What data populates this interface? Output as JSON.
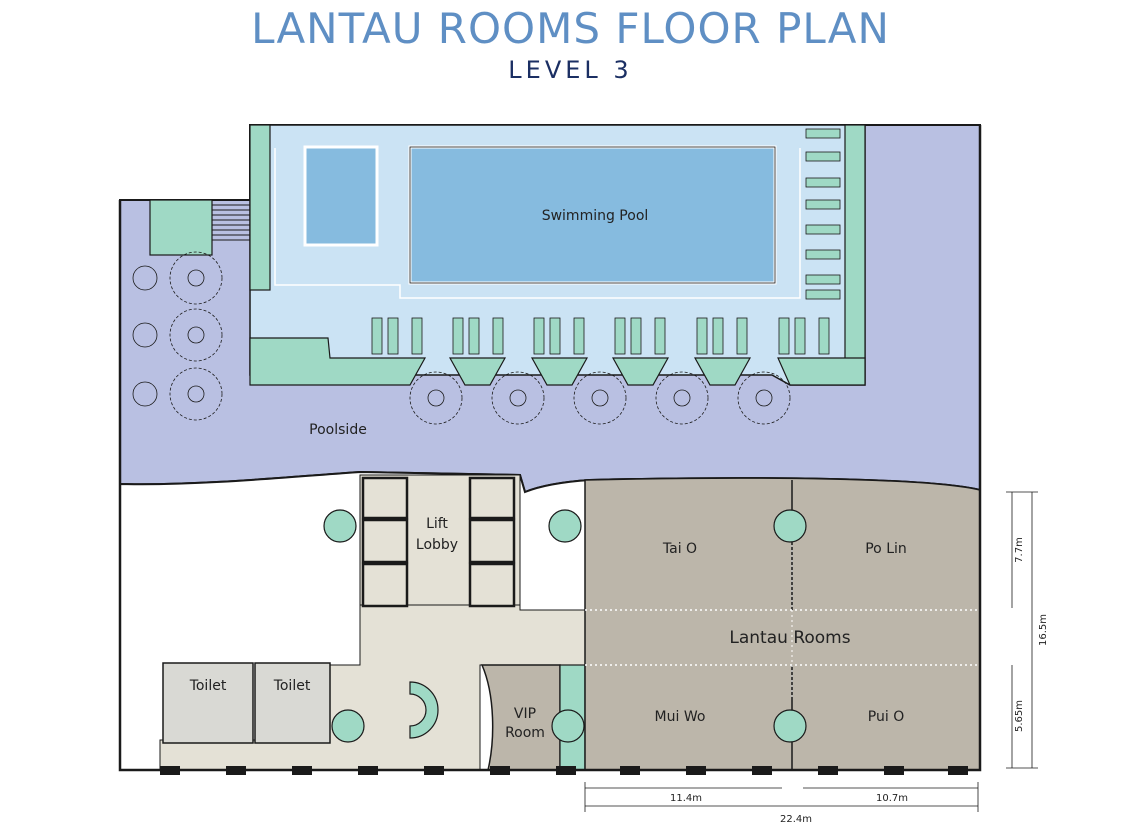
{
  "header": {
    "title": "LANTAU ROOMS FLOOR PLAN",
    "subtitle": "LEVEL 3"
  },
  "areas": {
    "swimming_pool": "Swimming Pool",
    "poolside": "Poolside",
    "lift_lobby_1": "Lift",
    "lift_lobby_2": "Lobby",
    "toilet_1": "Toilet",
    "toilet_2": "Toilet",
    "vip_1": "VIP",
    "vip_2": "Room",
    "tai_o": "Tai O",
    "po_lin": "Po Lin",
    "lantau_rooms": "Lantau Rooms",
    "mui_wo": "Mui Wo",
    "pui_o": "Pui O"
  },
  "dimensions": {
    "width_left": "11.4m",
    "width_right": "10.7m",
    "width_total": "22.4m",
    "depth_upper": "7.7m",
    "depth_lower": "5.65m",
    "depth_total": "16.5m"
  },
  "colors": {
    "title": "#5f8fc4",
    "subtitle": "#1b2f63",
    "poolside": "#b9c0e2",
    "pool_deck": "#cbe3f4",
    "pool_water": "#86bbdf",
    "planter": "#9fd9c5",
    "rooms": "#bcb6aa",
    "corridor": "#e4e1d6",
    "toilet": "#d9d9d4",
    "wall": "#1a1a1a"
  }
}
